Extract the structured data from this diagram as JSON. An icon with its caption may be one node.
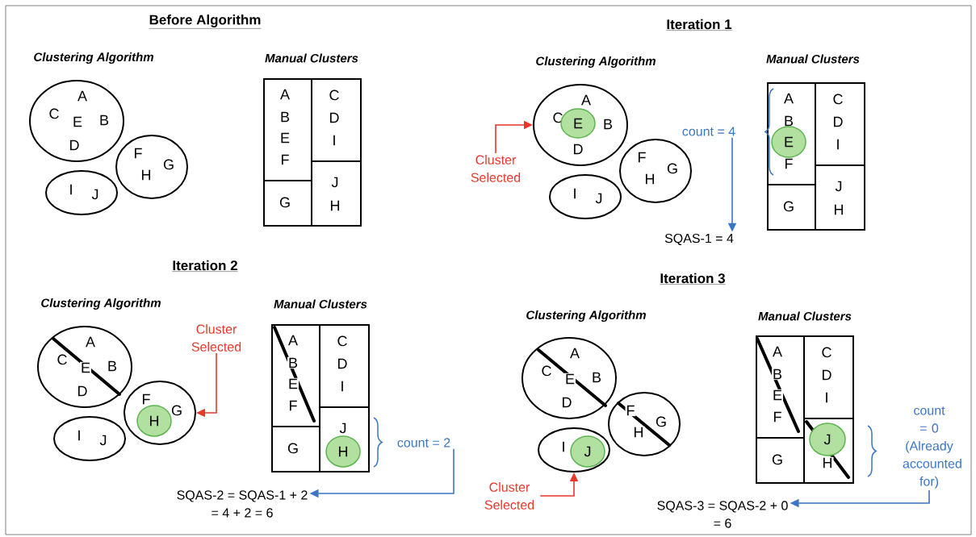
{
  "diagram": {
    "nodes": [
      {
        "text": [
          "A",
          "C",
          "E",
          "B",
          "D"
        ]
      },
      {
        "text": [
          "F",
          "G",
          "H"
        ]
      },
      {
        "text": [
          "I",
          "J"
        ]
      },
      {
        "text": [
          "A",
          "B",
          "E",
          "F"
        ]
      },
      {
        "text": [
          "C",
          "D",
          "I"
        ]
      },
      {
        "text": [
          "J",
          "H"
        ]
      },
      {
        "text": [
          "G"
        ]
      },
      {
        "text": [
          "Cluster Selected"
        ]
      },
      {
        "text": [
          "A",
          "C",
          "B",
          "D"
        ]
      },
      {
        "text": [
          "E"
        ],
        "in": 8
      },
      {
        "text": [
          "F",
          "G",
          "H"
        ]
      },
      {
        "text": [
          "I",
          "J"
        ]
      },
      {
        "text": [
          "count = 4"
        ]
      },
      {
        "text": [
          "A",
          "B",
          "F"
        ]
      },
      {
        "text": [
          "E"
        ],
        "in": 13
      },
      {
        "text": [
          "C",
          "D",
          "I"
        ]
      },
      {
        "text": [
          "J",
          "H"
        ]
      },
      {
        "text": [
          "G"
        ]
      },
      {
        "text": [
          "SQAS-1 = 4"
        ]
      },
      {
        "text": [
          "A",
          "C",
          "E",
          "B",
          "D"
        ]
      },
      {
        "text": [
          "Cluster Selected"
        ]
      },
      {
        "text": [
          "F",
          "G"
        ]
      },
      {
        "text": [
          "H"
        ],
        "in": 21
      },
      {
        "text": [
          "I",
          "J"
        ]
      },
      {
        "text": [
          "A",
          "B",
          "E",
          "F"
        ]
      },
      {
        "text": [
          "C",
          "D",
          "I"
        ]
      },
      {
        "text": [
          "J"
        ]
      },
      {
        "text": [
          "H"
        ],
        "in": 26
      },
      {
        "text": [
          "G"
        ]
      },
      {
        "text": [
          "count = 2"
        ]
      },
      {
        "text": [
          "SQAS-2 = SQAS-1 + 2",
          "= 4 + 2 = 6"
        ]
      },
      {
        "text": [
          "A",
          "C",
          "E",
          "B",
          "D"
        ]
      },
      {
        "text": [
          "F",
          "G",
          "H"
        ]
      },
      {
        "text": [
          "I"
        ]
      },
      {
        "text": [
          "J"
        ],
        "in": 33
      },
      {
        "text": [
          "Cluster Selected"
        ]
      },
      {
        "text": [
          "A",
          "B",
          "E",
          "F"
        ]
      },
      {
        "text": [
          "C",
          "D",
          "I"
        ]
      },
      {
        "text": [
          "H"
        ]
      },
      {
        "text": [
          "J"
        ],
        "in": 38
      },
      {
        "text": [
          "G"
        ]
      },
      {
        "text": [
          "count = 0 (Already accounted for)"
        ]
      },
      {
        "text": [
          "SQAS-3 = SQAS-2 + 0",
          "= 6"
        ]
      }
    ],
    "edges": [
      {
        "from": 7,
        "to": 8,
        "arrow": "to",
        "color": "#e8382c"
      },
      {
        "from": 12,
        "to": 18,
        "arrow": "to",
        "color": "#3a76c4"
      },
      {
        "from": 20,
        "to": 21,
        "arrow": "to",
        "color": "#e8382c"
      },
      {
        "from": 29,
        "to": 30,
        "arrow": "to",
        "color": "#3a76c4"
      },
      {
        "from": 35,
        "to": 33,
        "arrow": "to",
        "color": "#e8382c"
      },
      {
        "from": 41,
        "to": 42,
        "arrow": "to",
        "color": "#3a76c4"
      }
    ],
    "labels": [
      "Before Algorithm",
      "Clustering Algorithm",
      "Manual Clusters",
      "Iteration 1",
      "Clustering Algorithm",
      "Manual Clusters",
      "Iteration 2",
      "Clustering Algorithm",
      "Manual Clusters",
      "Iteration 3",
      "Clustering Algorithm",
      "Manual Clusters"
    ]
  }
}
